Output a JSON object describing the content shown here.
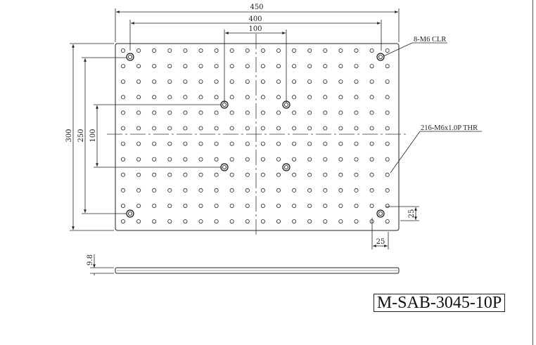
{
  "drawing": {
    "dimensions": {
      "overall_width": "450",
      "outer_mount_spacing": "400",
      "inner_mount_spacing": "100",
      "overall_height": "300",
      "outer_mount_height": "250",
      "inner_mount_height": "100",
      "thickness": "9.8",
      "edge_offset_x": "25",
      "edge_offset_y": "25"
    },
    "callouts": {
      "counterbore_note": "8-M6 CLR",
      "thread_note": "216-M6x1.0P THR"
    },
    "part_number": "M-SAB-3045-10P"
  },
  "grid": {
    "columns": 18,
    "rows": 12
  }
}
